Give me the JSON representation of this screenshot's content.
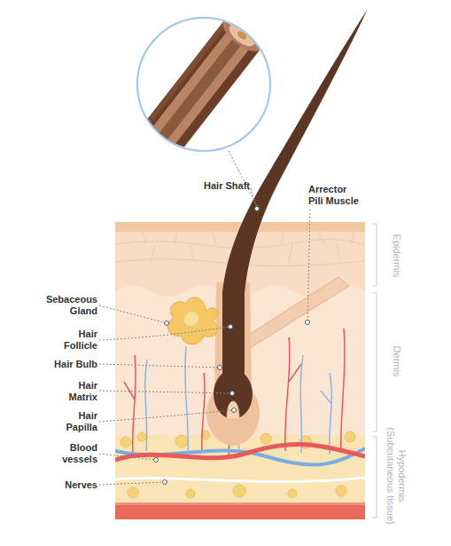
{
  "diagram": {
    "labels": [
      "Hair Shaft",
      "Arrector Pili Muscle",
      "Sebaceous Gland",
      "Hair Follicle",
      "Hair Bulb",
      "Hair Matrix",
      "Hair Papilla",
      "Blood vessels",
      "Nerves",
      "Epidermis",
      "Dermis",
      "Hypodermis (Subcutaneous tissue)"
    ]
  }
}
